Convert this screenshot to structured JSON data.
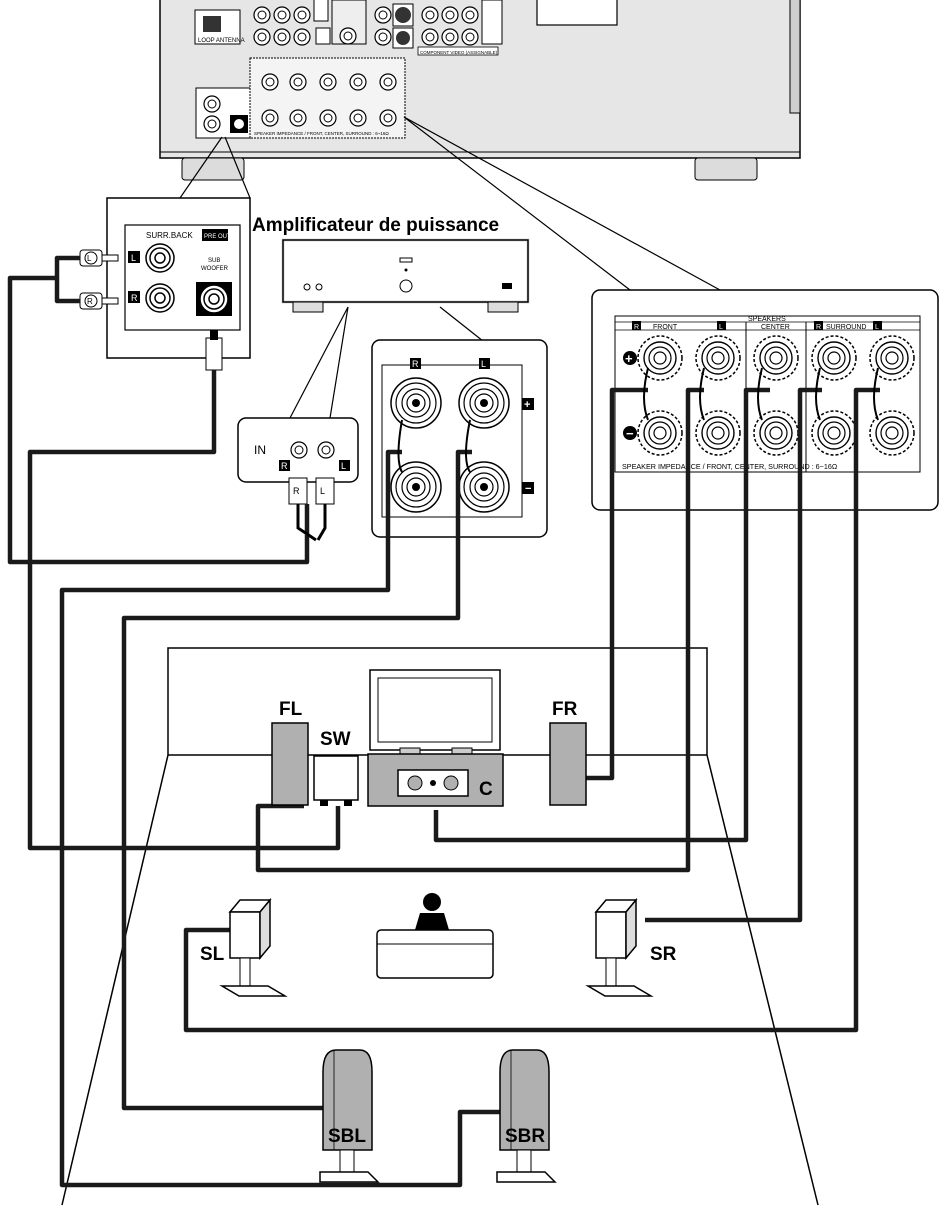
{
  "amp": {
    "title": "Amplificateur de puissance",
    "in_label": "IN",
    "ch_r": "R",
    "ch_l": "L",
    "plus": "+",
    "minus": "−"
  },
  "preout": {
    "surr_back": "SURR.BACK",
    "pre_out": "PRE OUT",
    "sub_woofer_1": "SUB",
    "sub_woofer_2": "WOOFER",
    "ch_l": "L",
    "ch_r": "R"
  },
  "speaker_panel": {
    "speakers": "SPEAKERS",
    "front": "FRONT",
    "center": "CENTER",
    "surround": "SURROUND",
    "ch_r": "R",
    "ch_l": "L",
    "plus": "+",
    "minus": "−",
    "impedance": "SPEAKER IMPEDANCE / FRONT, CENTER, SURROUND : 6~16Ω"
  },
  "receiver": {
    "loop_antenna": "LOOP ANTENNA",
    "component_video": "COMPONENT VIDEO (ASSIGNABLE)",
    "impedance_small": "SPEAKER IMPEDANCE / FRONT, CENTER, SURROUND : 6~16Ω"
  },
  "speakers": {
    "fl": "FL",
    "sw": "SW",
    "fr": "FR",
    "c": "C",
    "sl": "SL",
    "sr": "SR",
    "sbl": "SBL",
    "sbr": "SBR"
  },
  "colors": {
    "cable": "#1a1a1a",
    "receiver_body": "#e6e6e6",
    "speaker_gray": "#b0b0b0",
    "panel_fill": "#ffffff"
  }
}
